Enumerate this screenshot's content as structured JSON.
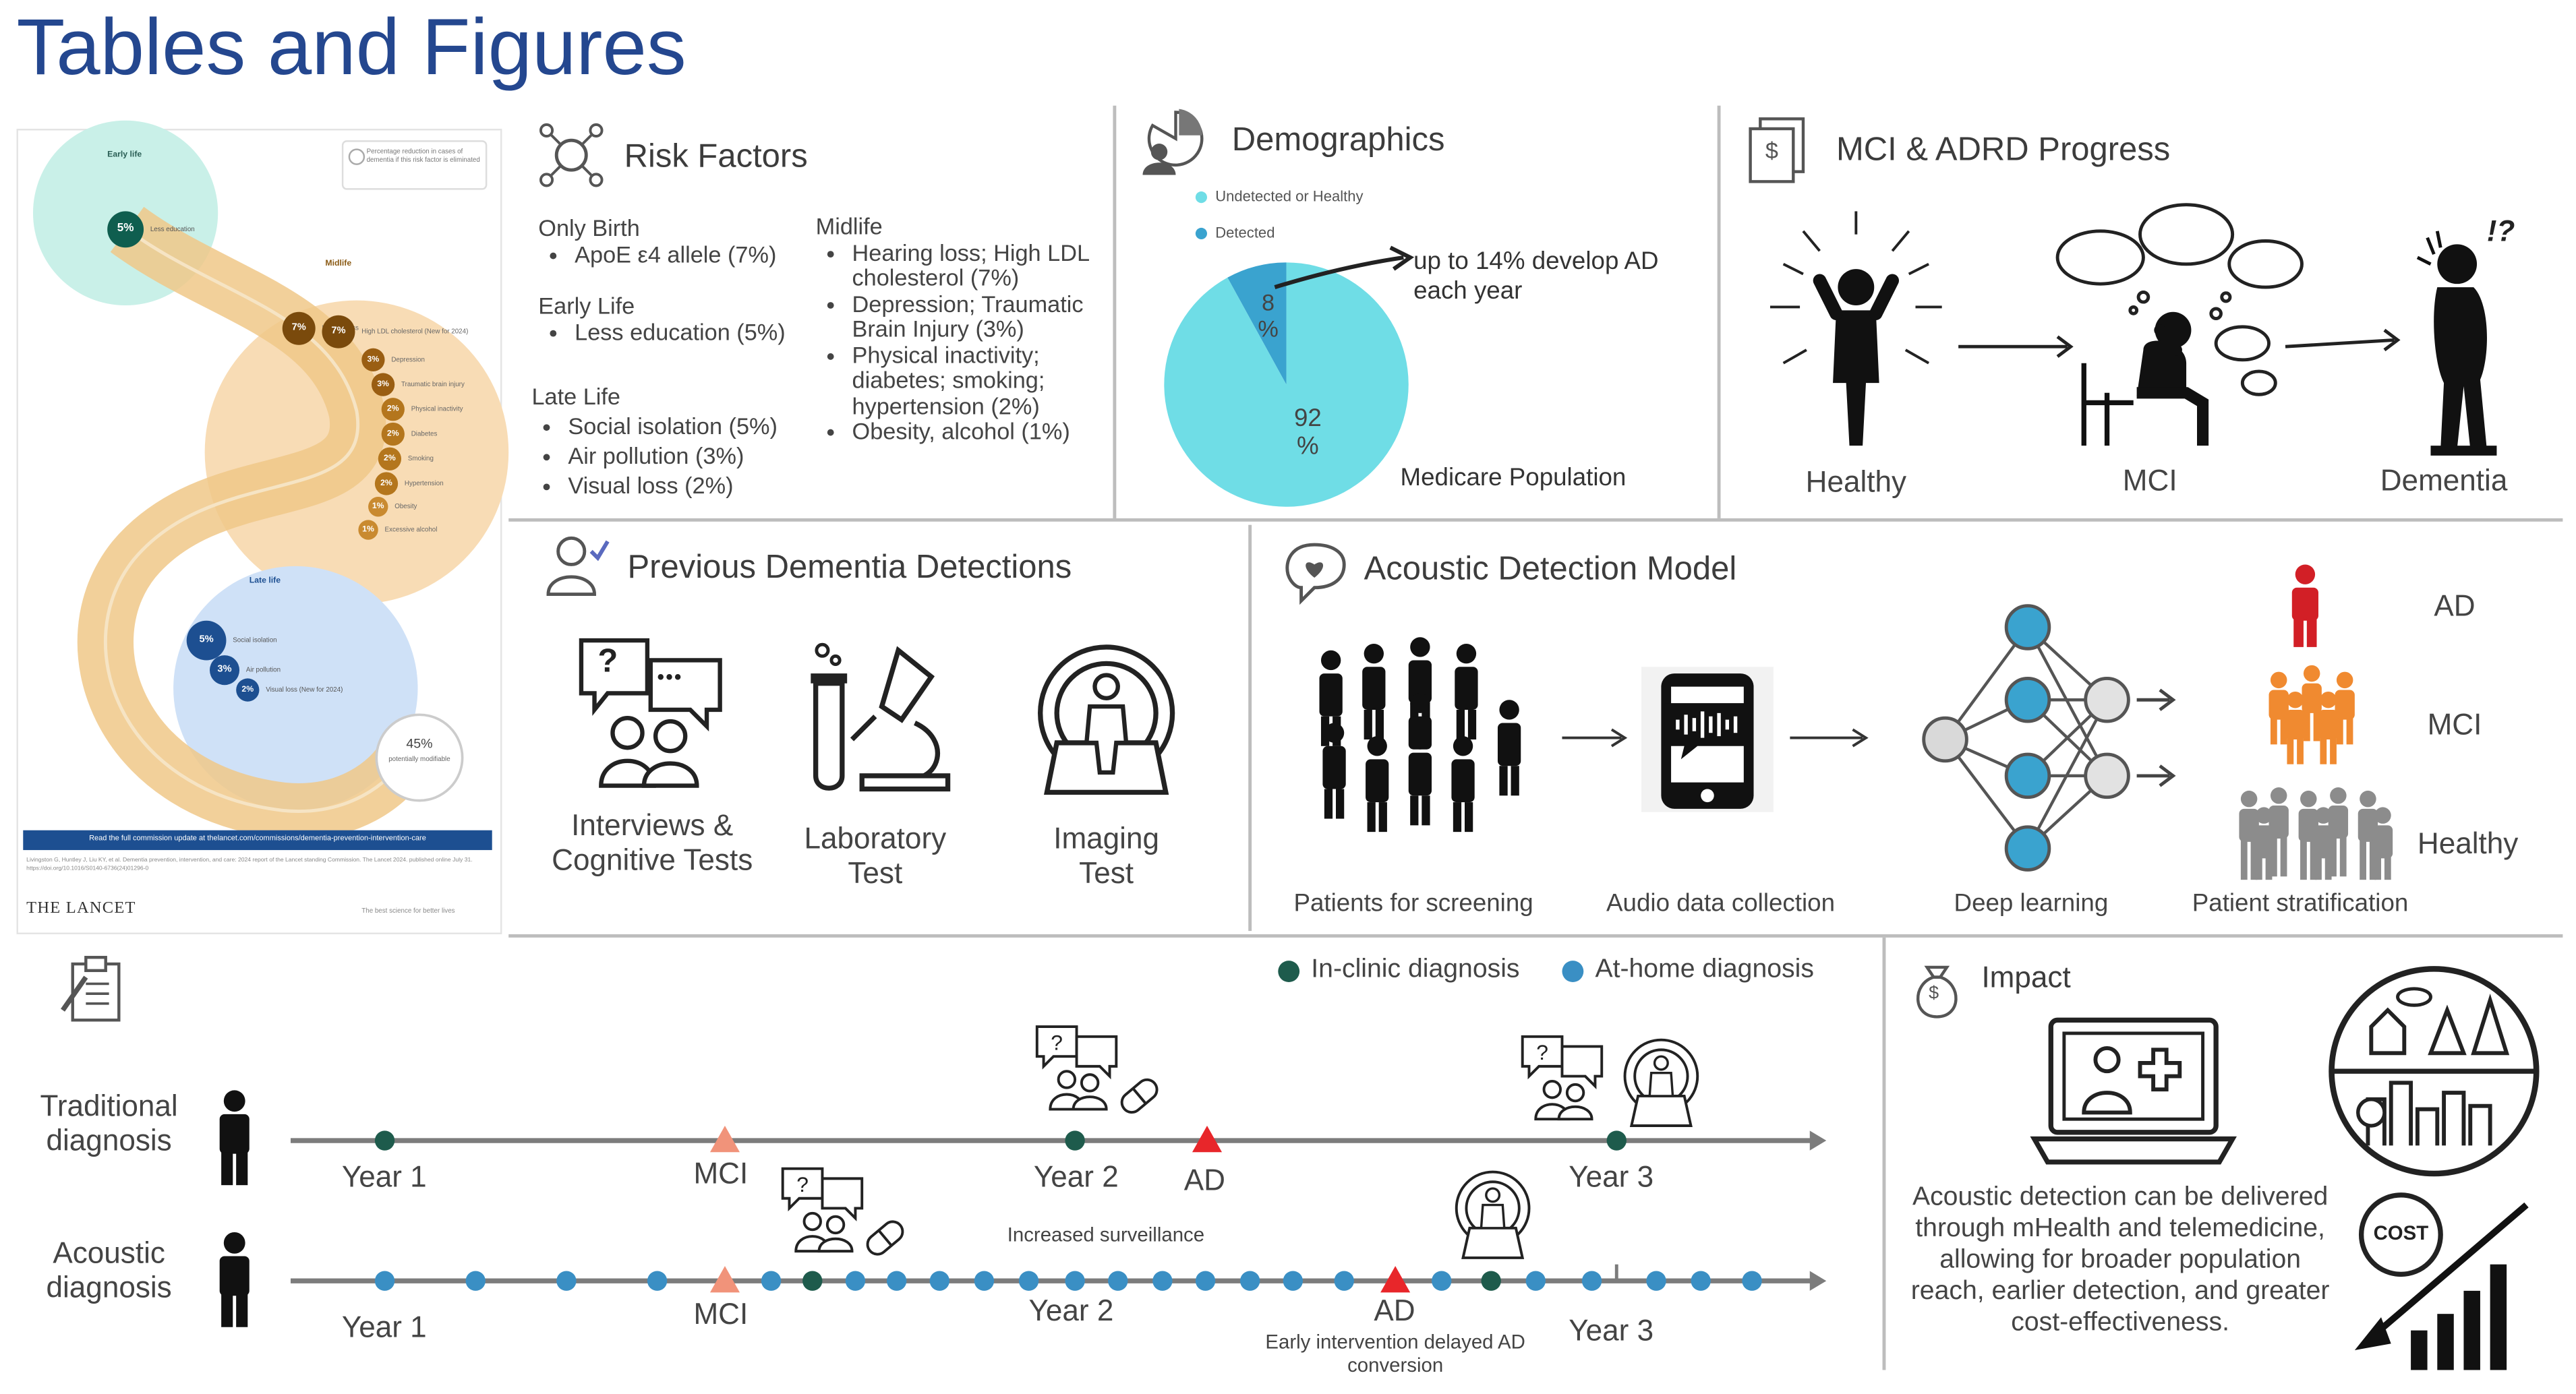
{
  "page": {
    "title": "Tables and Figures"
  },
  "lancet": {
    "legend_text": "Percentage reduction in cases of dementia if this risk factor is eliminated",
    "early_life": "Early life",
    "early_items": [
      {
        "pct": "5%",
        "label": "Less education"
      }
    ],
    "midlife": "Midlife",
    "mid_items": [
      {
        "pct": "7%",
        "label": "Hearing loss"
      },
      {
        "pct": "7%",
        "label": "High LDL cholesterol (New for 2024)"
      },
      {
        "pct": "3%",
        "label": "Depression"
      },
      {
        "pct": "3%",
        "label": "Traumatic brain injury"
      },
      {
        "pct": "2%",
        "label": "Physical inactivity"
      },
      {
        "pct": "2%",
        "label": "Diabetes"
      },
      {
        "pct": "2%",
        "label": "Smoking"
      },
      {
        "pct": "2%",
        "label": "Hypertension"
      },
      {
        "pct": "1%",
        "label": "Obesity"
      },
      {
        "pct": "1%",
        "label": "Excessive alcohol"
      }
    ],
    "late_life": "Late life",
    "late_items": [
      {
        "pct": "5%",
        "label": "Social isolation"
      },
      {
        "pct": "3%",
        "label": "Air pollution"
      },
      {
        "pct": "2%",
        "label": "Visual loss (New for 2024)"
      }
    ],
    "potential_pct": "45%",
    "potential_label": "potentially modifiable",
    "banner": "Read the full commission update at thelancet.com/commissions/dementia-prevention-intervention-care",
    "fine_print": "Livingston G, Huntley J, Liu KY, et al. Dementia prevention, intervention, and care: 2024 report of the Lancet standing Commission. The Lancet 2024. published online July 31. https://doi.org/10.1016/S0140-6736(24)01296-0",
    "brand": "THE LANCET",
    "tagline": "The best science for better lives"
  },
  "risk": {
    "title": "Risk Factors",
    "only_birth": "Only Birth",
    "only_birth_items": [
      "ApoE ε4 allele (7%)"
    ],
    "early_life": "Early Life",
    "early_life_items": [
      "Less education (5%)"
    ],
    "late_life": "Late Life",
    "late_life_items": [
      "Social isolation (5%)",
      "Air pollution (3%)",
      "Visual loss (2%)"
    ],
    "midlife": "Midlife",
    "midlife_items": [
      "Hearing loss; High LDL cholesterol (7%)",
      "Depression; Traumatic Brain Injury (3%)",
      "Physical inactivity; diabetes; smoking; hypertension (2%)",
      "Obesity, alcohol (1%)"
    ]
  },
  "demo": {
    "title": "Demographics",
    "legend_undetected": "Undetected or Healthy",
    "legend_detected": "Detected",
    "callout": "up to 14% develop AD each year",
    "pie_label": "Medicare Population",
    "pct_detected": "8 %",
    "pct_undetected": "92 %"
  },
  "chart_data": {
    "type": "pie",
    "categories": [
      "Undetected or Healthy",
      "Detected"
    ],
    "values": [
      92,
      8
    ],
    "colors": [
      "#6fdde6",
      "#3aa3cf"
    ]
  },
  "progress": {
    "title": "MCI & ADRD Progress",
    "healthy": "Healthy",
    "mci": "MCI",
    "dementia": "Dementia",
    "bubble_mark": "!?"
  },
  "prev": {
    "title": "Previous Dementia Detections",
    "interviews": "Interviews & Cognitive Tests",
    "laboratory": "Laboratory Test",
    "imaging": "Imaging Test",
    "q_mark": "?",
    "dots": "•••"
  },
  "acoustic": {
    "title": "Acoustic Detection Model",
    "cap_patients": "Patients for screening",
    "cap_audio": "Audio data collection",
    "cap_deep": "Deep learning",
    "cap_strat": "Patient stratification",
    "out_ad": "AD",
    "out_mci": "MCI",
    "out_healthy": "Healthy"
  },
  "timeline": {
    "legend_inclinic": "In-clinic diagnosis",
    "legend_athome": "At-home diagnosis",
    "traditional": "Traditional diagnosis",
    "acoustic": "Acoustic diagnosis",
    "year1": "Year 1",
    "year2": "Year 2",
    "year3": "Year 3",
    "mci": "MCI",
    "ad": "AD",
    "increased": "Increased surveillance",
    "early": "Early intervention delayed AD conversion",
    "colors": {
      "inclinic": "#1e5b4c",
      "athome": "#3a8fc4",
      "mci": "#f1937a",
      "ad": "#e8262a"
    }
  },
  "impact": {
    "title": "Impact",
    "text": "Acoustic detection can be delivered through mHealth and telemedicine, allowing for broader population reach, earlier detection, and greater cost-effectiveness.",
    "cost": "COST",
    "money": "$"
  }
}
